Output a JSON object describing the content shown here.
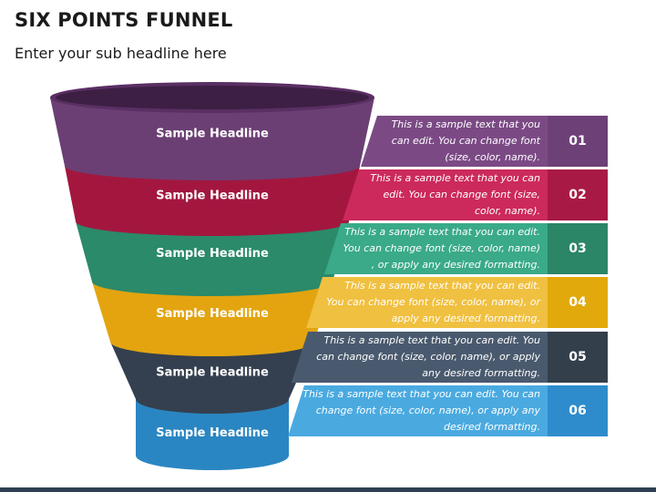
{
  "header": {
    "title": "SIX POINTS FUNNEL",
    "subtitle": "Enter your sub headline here"
  },
  "segments": [
    {
      "label": "Sample Headline",
      "color": "#6b3f73",
      "band_color": "#7b4a85",
      "num_color": "#6e4078",
      "text": "This is a sample text that you\ncan edit. You can change font\n(size, color, name).",
      "number": "01"
    },
    {
      "label": "Sample Headline",
      "color": "#a3173f",
      "band_color": "#cc2a5c",
      "num_color": "#a81a45",
      "text": "This is a sample text that you can\nedit. You can change font (size,\ncolor, name).",
      "number": "02"
    },
    {
      "label": "Sample Headline",
      "color": "#2a8a6a",
      "band_color": "#3aaa88",
      "num_color": "#2b8567",
      "text": "This is a sample text that you can edit.\nYou can change font (size, color, name)\n, or apply any desired formatting.",
      "number": "03"
    },
    {
      "label": "Sample Headline",
      "color": "#e3a410",
      "band_color": "#f0c040",
      "num_color": "#e2a90c",
      "text": "This is a sample text that you can edit.\nYou can change font (size, color, name), or\napply any desired formatting.",
      "number": "04"
    },
    {
      "label": "Sample Headline",
      "color": "#34404f",
      "band_color": "#4a5a6e",
      "num_color": "#343f4c",
      "text": "This is a sample text that you can edit. You\ncan change font (size, color, name), or apply\nany desired formatting.",
      "number": "05"
    },
    {
      "label": "Sample Headline",
      "color": "#2a86c2",
      "band_color": "#4aaae0",
      "num_color": "#2e8ccc",
      "text": "This is a sample text that you can edit. You can\nchange font (size, color, name), or apply any\ndesired formatting.",
      "number": "06"
    }
  ]
}
